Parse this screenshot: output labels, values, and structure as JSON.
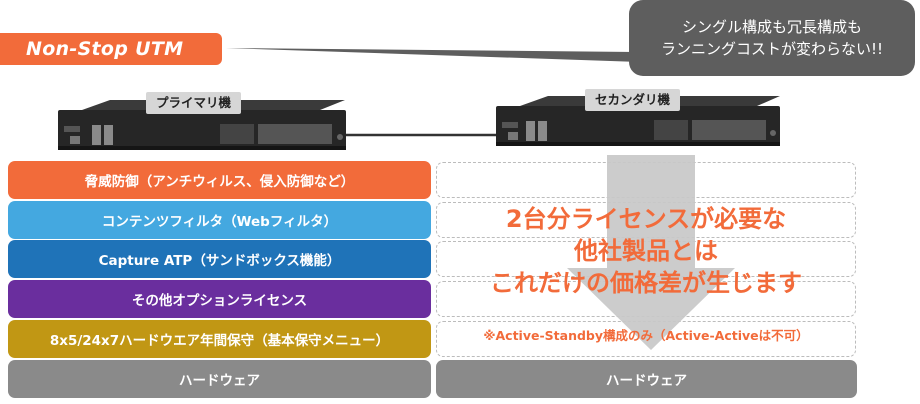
{
  "title": "Non-Stop UTM",
  "callout": {
    "line1": "シングル構成も冗長構成も",
    "line2": "ランニングコストが変わらない!!"
  },
  "devices": {
    "primary_label": "プライマリ機",
    "secondary_label": "セカンダリ機"
  },
  "left_stack": [
    "脅威防御（アンチウィルス、侵入防御など）",
    "コンテンツフィルタ（Webフィルタ）",
    "Capture ATP（サンドボックス機能）",
    "その他オプションライセンス",
    "8x5/24x7ハードウエア年間保守（基本保守メニュー）",
    "ハードウェア"
  ],
  "right": {
    "message_line1": "2台分ライセンスが必要な",
    "message_line2": "他社製品とは",
    "message_line3": "これだけの価格差が生じます",
    "note": "※Active-Standby構成のみ（Active-Activeは不可）",
    "hardware": "ハードウェア"
  },
  "colors": {
    "accent_orange": "#f26b3a",
    "light_blue": "#44a8e0",
    "blue": "#1f73b8",
    "purple": "#6a2e9e",
    "gold": "#c19714",
    "gray": "#8a8a8a",
    "callout_gray": "#5e5e5e"
  }
}
